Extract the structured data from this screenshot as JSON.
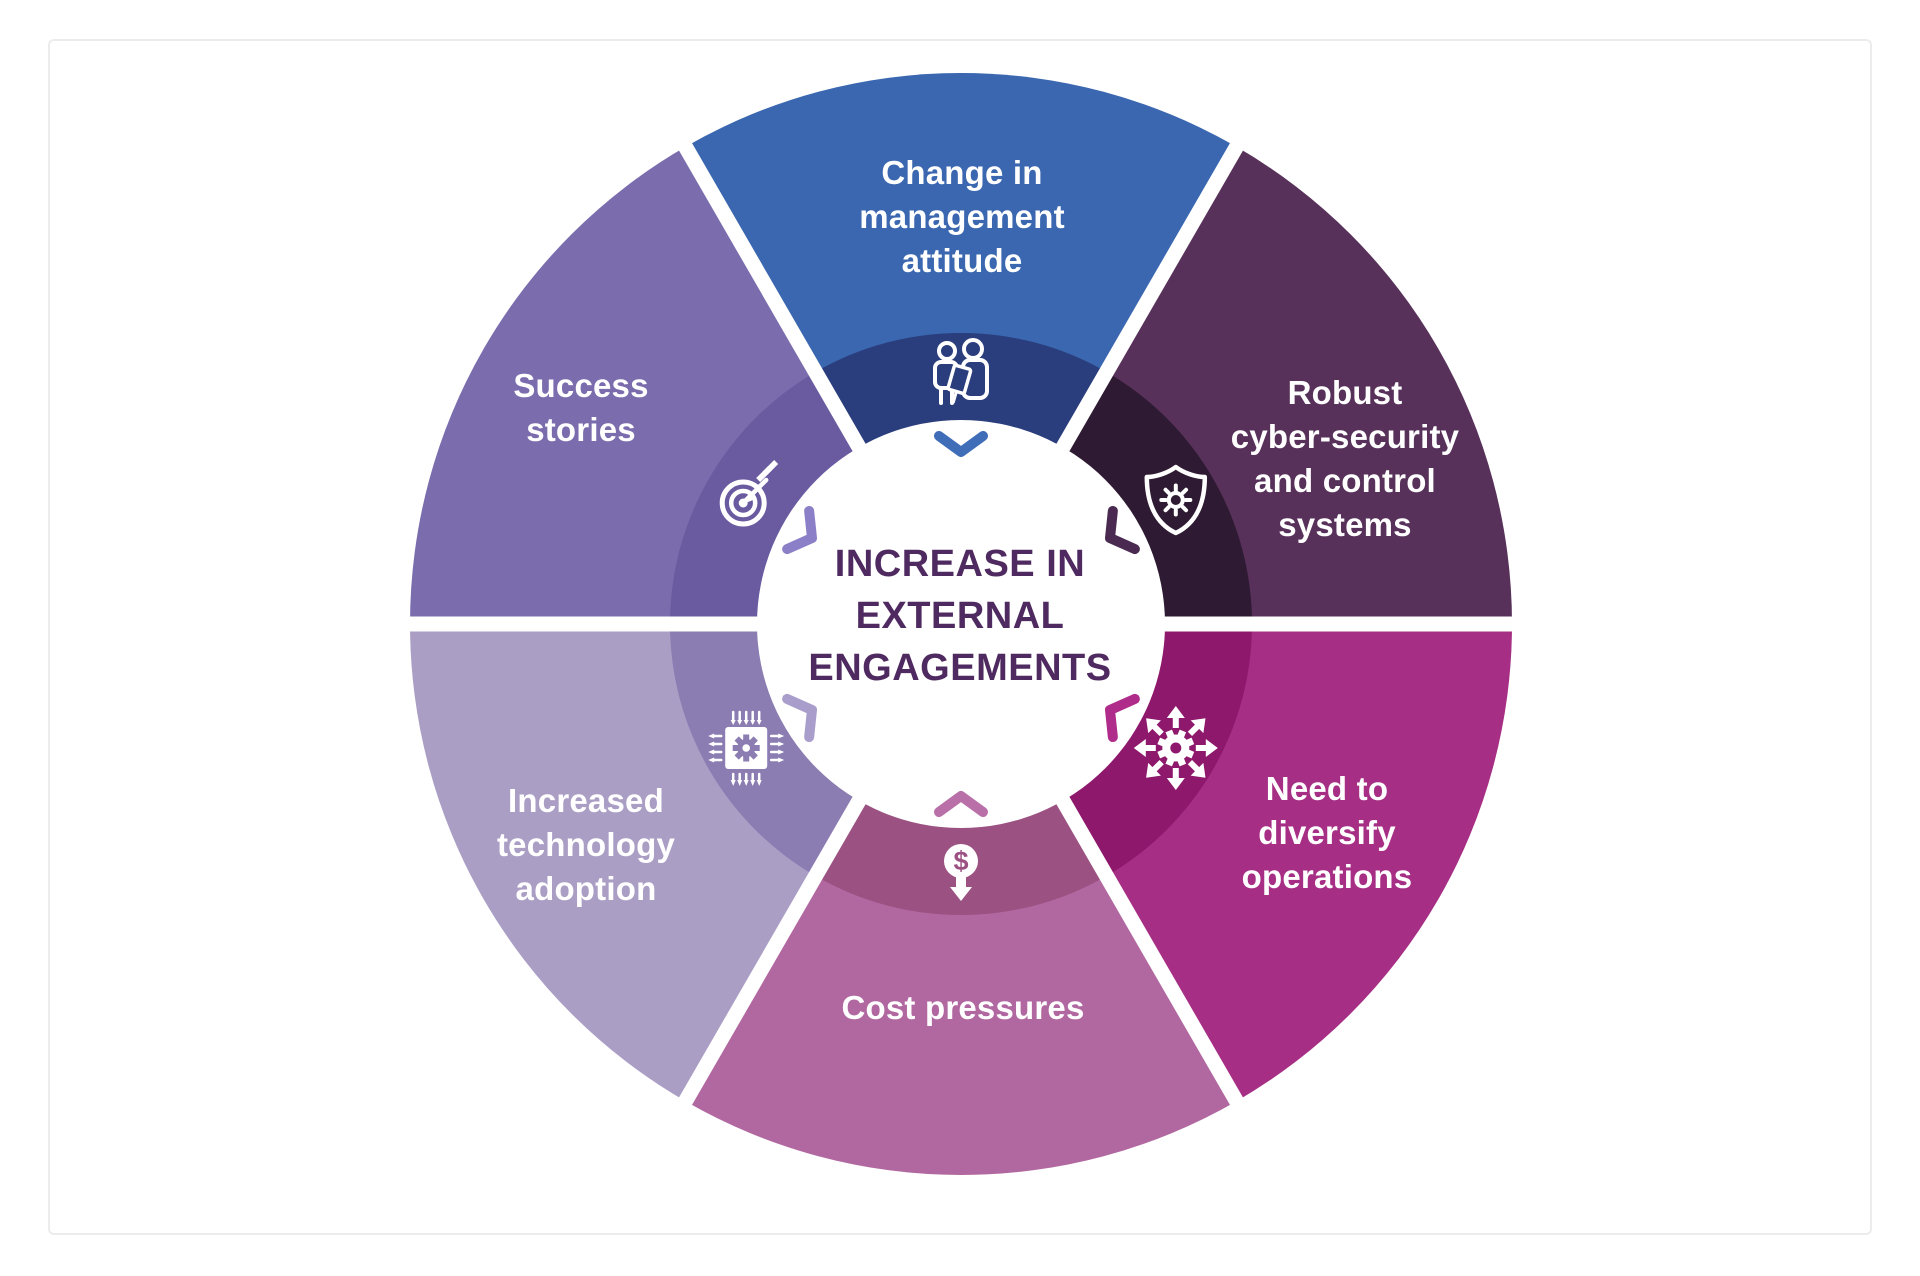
{
  "wheel": {
    "center_title": "INCREASE IN\nEXTERNAL\nENGAGEMENTS",
    "center_text_color": "#4F2A60",
    "label_color": "#FFFFFF",
    "frame_border_color": "#ECECEC",
    "background_color": "#FFFFFF",
    "icon_glyphs": {
      "dollar": "$"
    },
    "segments": [
      {
        "id": "change-management",
        "label": "Change in\nmanagement\nattitude",
        "outer_color": "#3A67B0",
        "inner_color": "#2A3D7C",
        "chevron_color": "#3F6DB8",
        "icon": "people-discussion-icon"
      },
      {
        "id": "cyber-security",
        "label": "Robust\ncyber-security\nand control\nsystems",
        "outer_color": "#57315A",
        "inner_color": "#2E1A32",
        "chevron_color": "#4A2A50",
        "icon": "shield-gear-icon"
      },
      {
        "id": "diversify-operations",
        "label": "Need to\ndiversify\noperations",
        "outer_color": "#A62F85",
        "inner_color": "#8D186C",
        "chevron_color": "#B02C8A",
        "icon": "expand-arrows-gear-icon"
      },
      {
        "id": "cost-pressures",
        "label": "Cost pressures",
        "outer_color": "#B168A0",
        "inner_color": "#9B5181",
        "chevron_color": "#B96FA8",
        "icon": "dollar-down-arrow-icon"
      },
      {
        "id": "technology-adoption",
        "label": "Increased\ntechnology\nadoption",
        "outer_color": "#AB9EC5",
        "inner_color": "#8B7CB2",
        "chevron_color": "#A99DCB",
        "icon": "microchip-gear-icon"
      },
      {
        "id": "success-stories",
        "label": "Success\nstories",
        "outer_color": "#7B6DAD",
        "inner_color": "#6A5BA0",
        "chevron_color": "#8B80C8",
        "icon": "target-dart-icon"
      }
    ]
  }
}
